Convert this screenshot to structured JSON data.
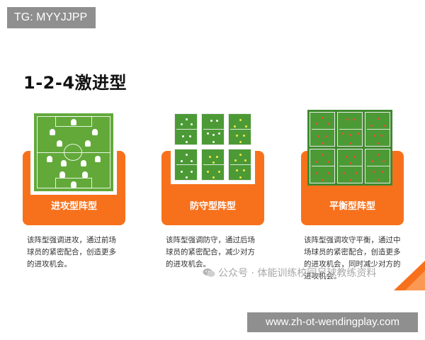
{
  "header": {
    "tag": "TG: MYYJJPP"
  },
  "section": {
    "title": "1-2-4激进型"
  },
  "cards": [
    {
      "label": "进攻型阵型",
      "description": "该阵型强调进攻，通过前场球员的紧密配合，创造更多的进攻机会。"
    },
    {
      "label": "防守型阵型",
      "description": "该阵型强调防守，通过后场球员的紧密配合，减少对方的进攻机会。"
    },
    {
      "label": "平衡型阵型",
      "description": "该阵型强调攻守平衡，通过中场球员的紧密配合，创造更多的进攻机会，同时减少对方的进攻机会。"
    }
  ],
  "watermark": {
    "text": "公众号 · 体能训练校园足球教练资料",
    "icon": "wechat-icon"
  },
  "footer": {
    "url": "www.zh-ot-wendingplay.com"
  },
  "colors": {
    "accent": "#f7711c",
    "pitch": "#62a93a",
    "dark_pitch": "#4c9a36",
    "dot_red": "#e4542b",
    "dot_yellow": "#f6e94a"
  }
}
